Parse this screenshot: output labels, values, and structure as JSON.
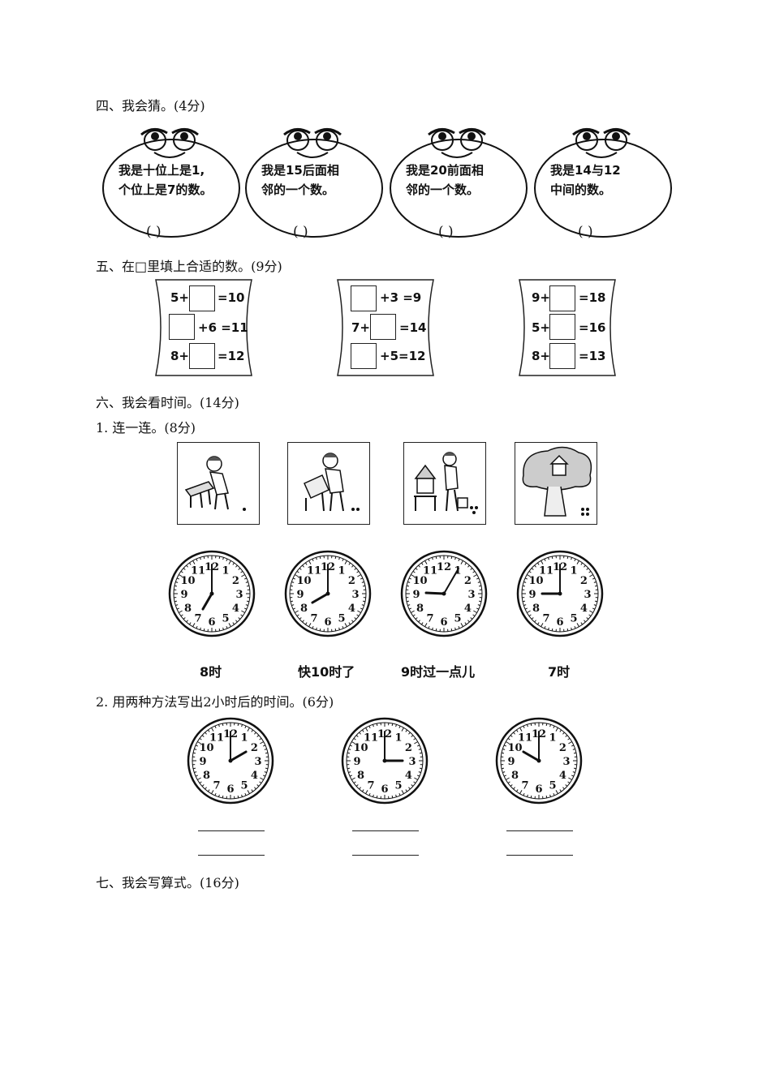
{
  "section4": {
    "title": "四、我会猜。(4分)",
    "bubbles": [
      {
        "line1": "我是十位上是1,",
        "line2": "个位上是7的数。",
        "answer": "(      )"
      },
      {
        "line1": "我是15后面相",
        "line2": "邻的一个数。",
        "answer": "(      )"
      },
      {
        "line1": "我是20前面相",
        "line2": "邻的一个数。",
        "answer": "(      )"
      },
      {
        "line1": "我是14与12",
        "line2": "中间的数。",
        "answer": "(      )"
      }
    ]
  },
  "section5": {
    "title": "五、在□里填上合适的数。(9分)",
    "groups": [
      [
        "5+",
        "=10",
        "+6 =11",
        "8+",
        "=12"
      ],
      [
        "+3 =9",
        "7+",
        "=14",
        "+5=12"
      ],
      [
        "9+",
        "=18",
        "5+",
        "=16",
        "8+",
        "=13"
      ]
    ]
  },
  "section6": {
    "title": "六、我会看时间。(14分)",
    "q1_title": "1. 连一连。(8分)",
    "pictures": [
      "building-table-1-dot",
      "sawing-2-dots",
      "house-built-3-dots",
      "treehouse-4-dots"
    ],
    "clocks_q1": [
      {
        "hour": 7,
        "minute": 0
      },
      {
        "hour": 8,
        "minute": 0
      },
      {
        "hour": 9,
        "minute": 5
      },
      {
        "hour": 9,
        "minute": 0
      }
    ],
    "captions": [
      "8时",
      "快10时了",
      "9时过一点儿",
      "7时"
    ],
    "q2_title": "2. 用两种方法写出2小时后的时间。(6分)",
    "clocks_q2": [
      {
        "hour": 2,
        "minute": 0
      },
      {
        "hour": 3,
        "minute": 0
      },
      {
        "hour": 10,
        "minute": 0
      }
    ]
  },
  "section7": {
    "title": "七、我会写算式。(16分)"
  }
}
